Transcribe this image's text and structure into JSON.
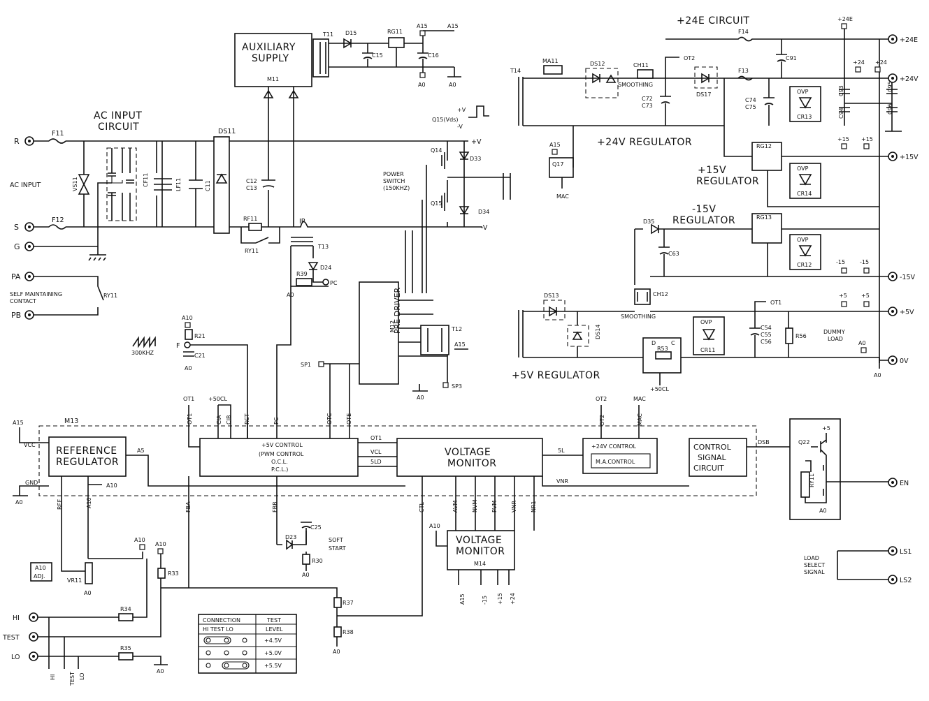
{
  "blocks": {
    "aux_supply": {
      "line1": "AUXILIARY",
      "line2": "SUPPLY",
      "ref": "M11"
    },
    "ref_reg": {
      "line1": "REFERENCE",
      "line2": "REGULATOR"
    },
    "pwm": {
      "line1": "+5V CONTROL",
      "line2": "(PWM CONTROL",
      "line3": "O.C.L.",
      "line4": "P.C.L.)"
    },
    "vmon": {
      "line1": "VOLTAGE",
      "line2": "MONITOR"
    },
    "vmon2": {
      "line1": "VOLTAGE",
      "line2": "MONITOR",
      "ref": "M14"
    },
    "ctl24": {
      "line1": "+24V CONTROL",
      "line2": "M.A.CONTROL"
    },
    "csc": {
      "line1": "CONTROL",
      "line2": "SIGNAL",
      "line3": "CIRCUIT"
    },
    "predriver": {
      "label": "PRE DRIVER",
      "ref": "M12"
    },
    "m13": "M13"
  },
  "titles": {
    "ac_input_circuit_1": "AC INPUT",
    "ac_input_circuit_2": "CIRCUIT",
    "e24_circuit": "+24E CIRCUIT",
    "reg24": "+24V REGULATOR",
    "reg15_1": "+15V",
    "reg15_2": "REGULATOR",
    "regm15": "-15V",
    "regm15_2": "REGULATOR",
    "reg5": "+5V REGULATOR",
    "power_switch_1": "POWER",
    "power_switch_2": "SWITCH",
    "power_switch_3": "(150KHZ)",
    "soft_start_1": "SOFT",
    "soft_start_2": "START",
    "self_maint_1": "SELF MAINTAINING",
    "self_maint_2": "CONTACT",
    "ac_input": "AC INPUT",
    "load_select_1": "LOAD",
    "load_select_2": "SELECT",
    "load_select_3": "SIGNAL",
    "dummy_load_1": "DUMMY",
    "dummy_load_2": "LOAD",
    "smoothing_1": "SMOOTHING",
    "smoothing_2": "SMOOTHING",
    "freq_300k": "300KHZ",
    "q15v": "Q15(Vds)",
    "q15_plus": "+V",
    "q15_minus": "-V"
  },
  "terminals_left": [
    "R",
    "S",
    "G",
    "PA",
    "PB",
    "HI",
    "TEST",
    "LO"
  ],
  "terminals_right": [
    "+24E",
    "+24V",
    "+15V",
    "-15V",
    "+5V",
    "0V",
    "EN",
    "LS1",
    "LS2"
  ],
  "labels": {
    "F11": "F11",
    "F12": "F12",
    "VS11": "VS11",
    "CF11": "CF11",
    "LF11": "LF11",
    "C11": "C11",
    "DS11": "DS11",
    "C12": "C12",
    "C13": "C13",
    "RF11": "RF11",
    "RY11": "RY11",
    "RY11b": "RY11",
    "IP": "IP",
    "T13": "T13",
    "D24": "D24",
    "R39": "R39",
    "PC": "PC",
    "A0_r39": "A0",
    "T11": "T11",
    "D15": "D15",
    "RG11": "RG11",
    "C15": "C15",
    "C16": "C16",
    "A15_t": "A15",
    "A15_t2": "A15",
    "A0_t": "A0",
    "A0_t2": "A0",
    "Q14": "Q14",
    "D33": "D33",
    "Q15": "Q15",
    "D34": "D34",
    "pV": "+V",
    "mV": "-V",
    "T14": "T14",
    "MA11": "MA11",
    "DS12": "DS12",
    "CH11": "CH11",
    "OT2": "OT2",
    "C72": "C72",
    "C73": "C73",
    "DS17": "DS17",
    "F13": "F13",
    "F14": "F14",
    "C74": "C74",
    "C75": "C75",
    "C91": "C91",
    "OVP1": "OVP",
    "CR13": "CR13",
    "C93": "C93",
    "C94": "C94",
    "C95": "C95",
    "C96": "C96",
    "p24E": "+24E",
    "p24a": "+24",
    "p24b": "+24",
    "A15_q17": "A15",
    "Q17": "Q17",
    "MAC": "MAC",
    "RG12": "RG12",
    "OVP2": "OVP",
    "CR14": "CR14",
    "p15a": "+15",
    "p15b": "+15",
    "D35": "D35",
    "C63": "C63",
    "RG13": "RG13",
    "OVP3": "OVP",
    "CR12": "CR12",
    "m15a": "-15",
    "m15b": "-15",
    "DS13": "DS13",
    "DS14": "DS14",
    "CH12": "CH12",
    "OT1": "OT1",
    "OVP4": "OVP",
    "CR11": "CR11",
    "C54": "C54",
    "C55": "C55",
    "C56": "C56",
    "R56": "R56",
    "p5a": "+5",
    "p5b": "+5",
    "A0_5": "A0",
    "A0_0v": "A0",
    "Dd": "D",
    "Cc": "C",
    "R53": "R53",
    "p50CL": "+50CL",
    "T12": "T12",
    "A15_t12": "A15",
    "SP1": "SP1",
    "SP3": "SP3",
    "A0_pd": "A0",
    "A10_r21": "A10",
    "R21": "R21",
    "F": "F",
    "C21": "C21",
    "A0_c21": "A0",
    "A15_l": "A15",
    "VCC": "VCC",
    "GND": "GND",
    "A0_gnd": "A0",
    "A5": "A5",
    "A10_out": "A10",
    "OT1_top": "OT1",
    "p50CL_top": "+50CL",
    "pin_OT1": "OT1",
    "pin_CIA": "CIA",
    "pin_CIB": "CIB",
    "pin_RCT": "RCT",
    "pin_PC": "PC",
    "pin_OTC": "OTC",
    "pin_OTE": "OTE",
    "sig_OT1": "OT1",
    "sig_VCL": "VCL",
    "sig_5LD": "5LD",
    "sig_5L": "5L",
    "sig_VNR": "VNR",
    "sig_DSB": "DSB",
    "OT2_top": "OT2",
    "MAC_top": "MAC",
    "pin_OT2": "OT2",
    "pin_MAC": "MAC",
    "pin_REF": "REF",
    "pin_A10": "A10",
    "pin_FBA": "FBA",
    "pin_FBB": "FBB",
    "pin_CTL": "CTL",
    "pin_AVM": "AVM",
    "pin_NVM": "NVM",
    "pin_PVM": "PVM",
    "pin_VNR": "VNR",
    "pin_NR1": "NR1",
    "A10_vm": "A10",
    "C25": "C25",
    "D23": "D23",
    "R30": "R30",
    "A0_r30": "A0",
    "A10_adj1": "A10",
    "A10_adj2": "ADJ.",
    "VR11": "VR11",
    "A0_vr": "A0",
    "A10_a": "A10",
    "A10_b": "A10",
    "R33": "R33",
    "R34": "R34",
    "R35": "R35",
    "A0_r35": "A0",
    "R37": "R37",
    "R38": "R38",
    "A0_r38": "A0",
    "Q22": "Q22",
    "p5_q22": "+5",
    "RY11_en": "RY11",
    "A0_en": "A0",
    "in_A15": "A15",
    "in_m15": "-15",
    "in_p15": "+15",
    "in_p24": "+24",
    "bot_HI": "HI",
    "bot_TEST": "TEST",
    "bot_LO": "LO"
  },
  "test_table": {
    "header1": "CONNECTION",
    "header2": "TEST",
    "header3": "LEVEL",
    "sub": "HI  TEST  LO",
    "rows": [
      "+4.5V",
      "+5.0V",
      "+5.5V"
    ]
  }
}
